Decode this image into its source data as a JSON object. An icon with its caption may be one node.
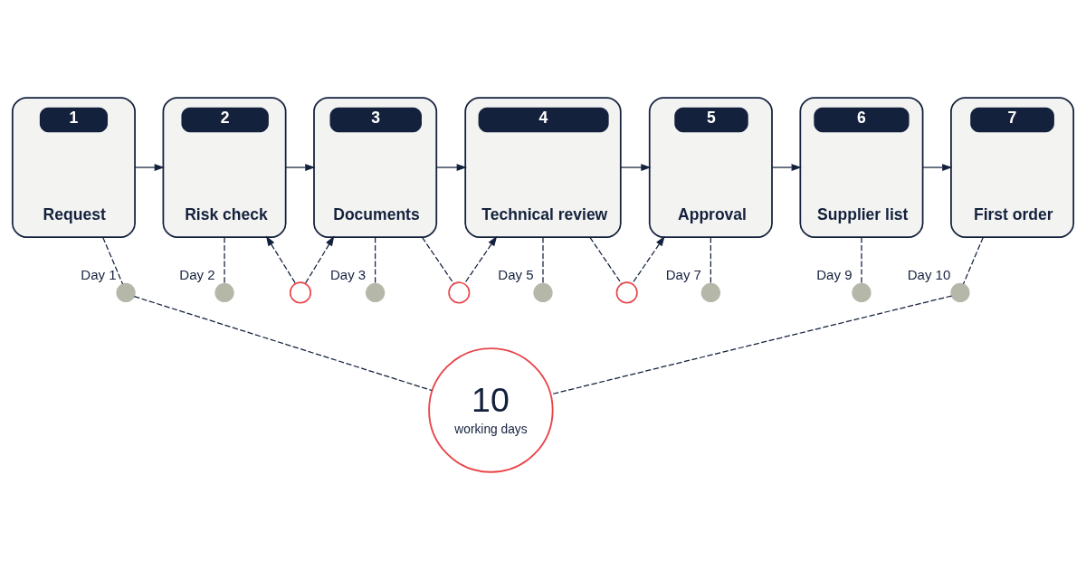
{
  "diagram": {
    "nodes": [
      {
        "text": [
          "1",
          "Request"
        ]
      },
      {
        "text": [
          "2",
          "Risk check"
        ]
      },
      {
        "text": [
          "3",
          "Documents"
        ]
      },
      {
        "text": [
          "4",
          "Technical review"
        ]
      },
      {
        "text": [
          "5",
          "Approval"
        ]
      },
      {
        "text": [
          "6",
          "Supplier list"
        ]
      },
      {
        "text": [
          "7",
          "First order"
        ]
      },
      {
        "text": [],
        "shape": "circle"
      },
      {
        "text": [],
        "shape": "circle"
      },
      {
        "text": [],
        "shape": "circle"
      },
      {
        "text": [],
        "shape": "circle",
        "beside": [
          "Day 1"
        ]
      },
      {
        "text": [],
        "shape": "circle",
        "beside": [
          "Day 2"
        ]
      },
      {
        "text": [],
        "shape": "circle",
        "beside": [
          "Day 3"
        ]
      },
      {
        "text": [],
        "shape": "circle",
        "beside": [
          "Day 5"
        ]
      },
      {
        "text": [],
        "shape": "circle",
        "beside": [
          "Day 7"
        ]
      },
      {
        "text": [],
        "shape": "circle",
        "beside": [
          "Day 9"
        ]
      },
      {
        "text": [],
        "shape": "circle",
        "beside": [
          "Day 10"
        ]
      },
      {
        "text": [
          "10",
          "working days"
        ]
      }
    ],
    "edges": [
      {
        "from": 0,
        "to": 1,
        "arrow": "to"
      },
      {
        "from": 1,
        "to": 2,
        "arrow": "to"
      },
      {
        "from": 2,
        "to": 3,
        "arrow": "to"
      },
      {
        "from": 3,
        "to": 4,
        "arrow": "to"
      },
      {
        "from": 4,
        "to": 5,
        "arrow": "to"
      },
      {
        "from": 5,
        "to": 6,
        "arrow": "to"
      },
      {
        "from": 7,
        "to": 1,
        "arrow": "to",
        "style": "dashed"
      },
      {
        "from": 7,
        "to": 2,
        "arrow": "to",
        "style": "dashed"
      },
      {
        "from": 2,
        "to": 8,
        "arrow": "none",
        "style": "dashed"
      },
      {
        "from": 8,
        "to": 3,
        "arrow": "to",
        "style": "dashed"
      },
      {
        "from": 3,
        "to": 9,
        "arrow": "none",
        "style": "dashed"
      },
      {
        "from": 9,
        "to": 4,
        "arrow": "to",
        "style": "dashed"
      },
      {
        "from": 0,
        "to": 10,
        "arrow": "none",
        "style": "dashed"
      },
      {
        "from": 1,
        "to": 11,
        "arrow": "none",
        "style": "dashed"
      },
      {
        "from": 2,
        "to": 12,
        "arrow": "none",
        "style": "dashed"
      },
      {
        "from": 3,
        "to": 13,
        "arrow": "none",
        "style": "dashed"
      },
      {
        "from": 4,
        "to": 14,
        "arrow": "none",
        "style": "dashed"
      },
      {
        "from": 5,
        "to": 15,
        "arrow": "none",
        "style": "dashed"
      },
      {
        "from": 6,
        "to": 16,
        "arrow": "none",
        "style": "dashed"
      },
      {
        "from": 10,
        "to": 17,
        "arrow": "none",
        "style": "dashed"
      },
      {
        "from": 17,
        "to": 16,
        "arrow": "none",
        "style": "dashed"
      }
    ]
  }
}
